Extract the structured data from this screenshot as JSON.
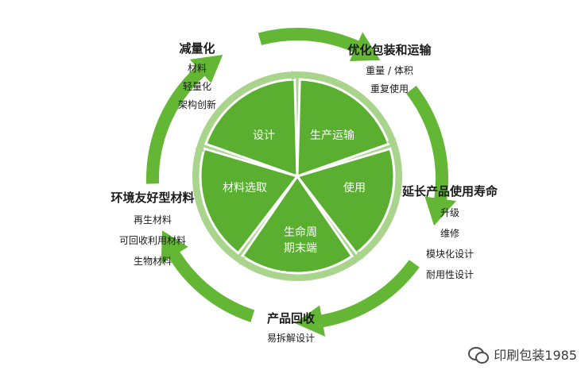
{
  "segments": [
    {
      "label": [
        "设计"
      ]
    },
    {
      "label": [
        "生产运输"
      ]
    },
    {
      "label": [
        "使用"
      ]
    },
    {
      "label": [
        "生命周",
        "期末端"
      ]
    },
    {
      "label": [
        "材料选取"
      ]
    }
  ],
  "outer_groups": {
    "reduce": {
      "title": "减量化",
      "items": [
        "材料",
        "轻量化",
        "架构创新"
      ]
    },
    "packaging": {
      "title": "优化包装和运输",
      "items": [
        "重量 / 体积",
        "重复使用"
      ]
    },
    "extend": {
      "title": "延长产品使用寿命",
      "items": [
        "升级",
        "维修",
        "模块化设计",
        "耐用性设计"
      ]
    },
    "recycle": {
      "title": "产品回收",
      "items": [
        "易拆解设计"
      ]
    },
    "eco": {
      "title": "环境友好型材料",
      "items": [
        "再生材料",
        "可回收利用材料",
        "生物材料"
      ]
    }
  },
  "watermark": "印刷包装1985",
  "colors": {
    "dark_green": "#5aae30",
    "light_green": "#a8d48c",
    "arrow_green": "#64b734",
    "text": "#1a1a1a"
  }
}
